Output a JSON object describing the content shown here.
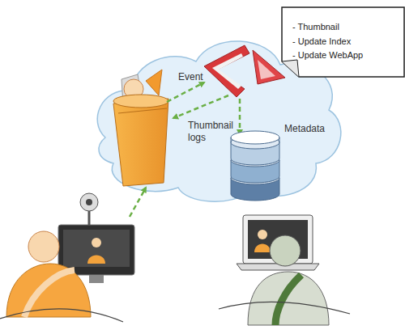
{
  "diagram": {
    "nodes": [
      {
        "text": [
          "- Thumbnail",
          "- Update Index",
          "- Update WebApp"
        ]
      },
      {
        "text": [
          "Metadata"
        ]
      }
    ],
    "labels": [
      "Event",
      "Thumbnail logs"
    ]
  }
}
